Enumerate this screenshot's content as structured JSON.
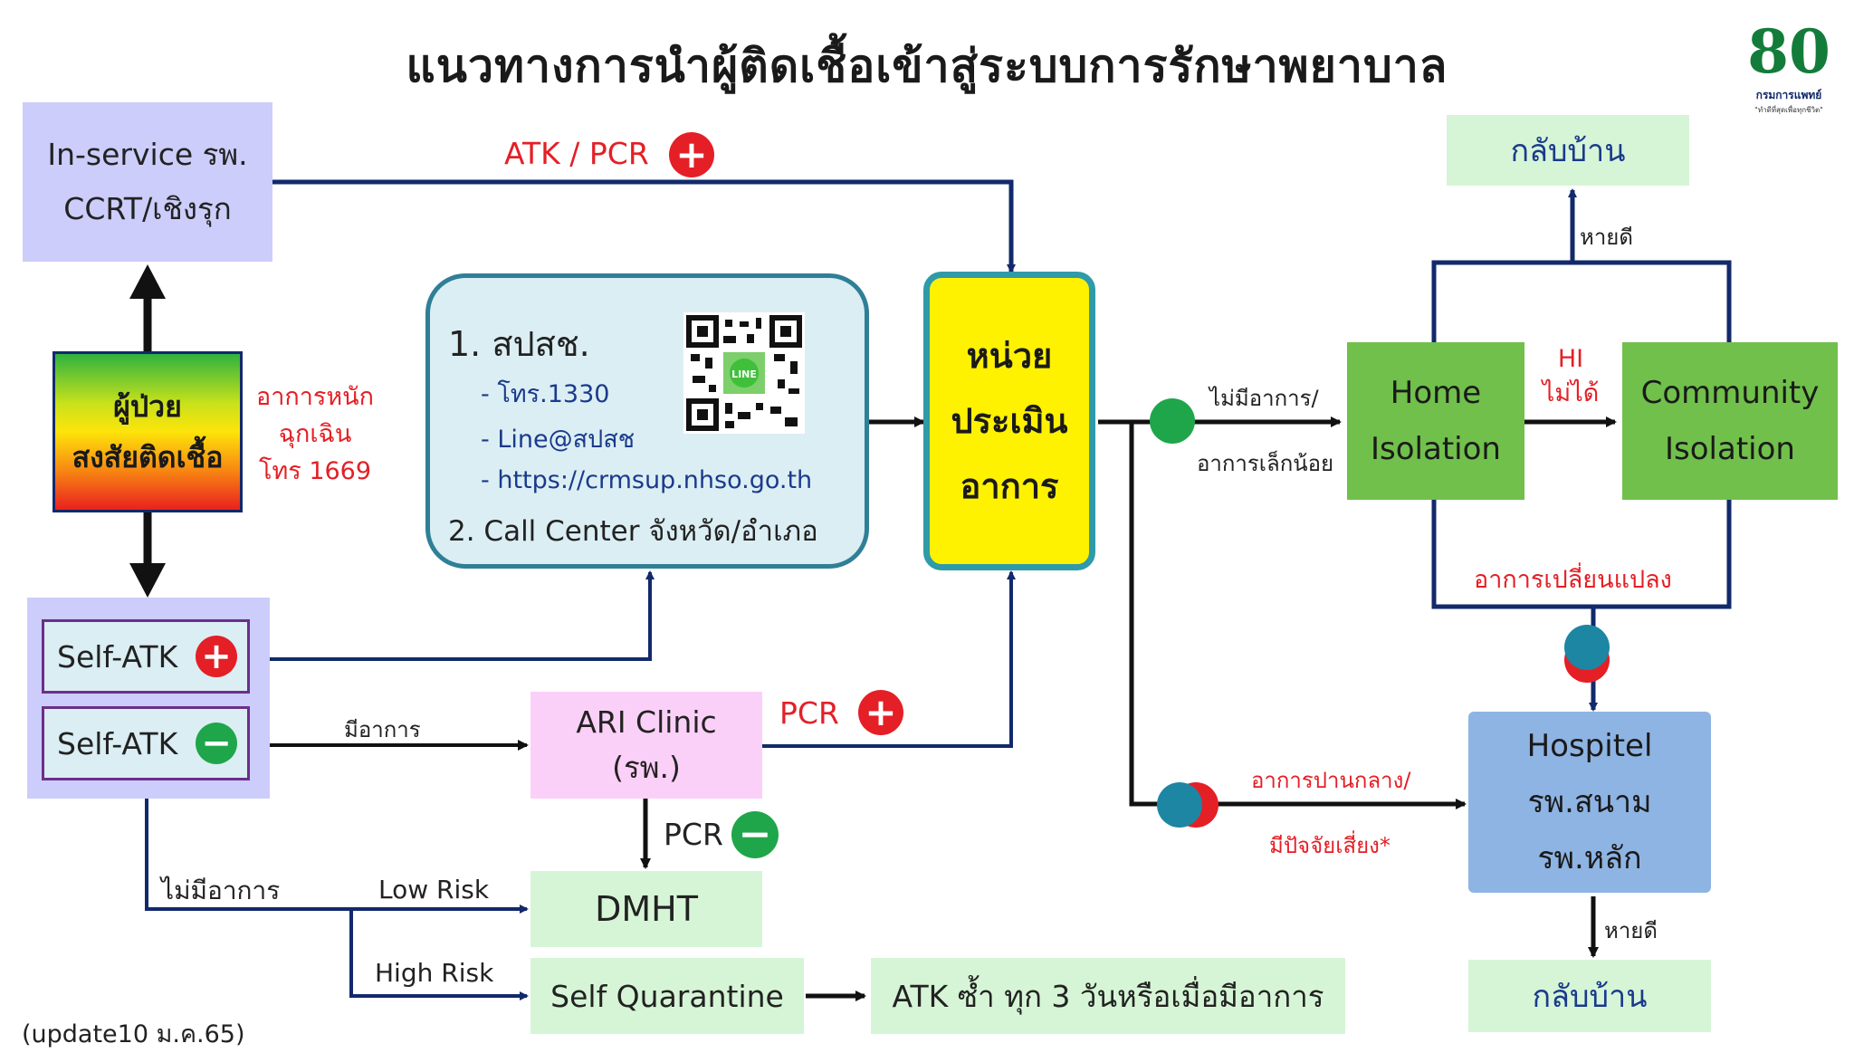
{
  "title": "แนวทางการนำผู้ติดเชื้อเข้าสู่ระบบการรักษาพยาบาล",
  "logo": {
    "number": "80",
    "org": "กรมการแพทย์",
    "motto": "\"ทำดีที่สุดเพื่อทุกชีวิต\""
  },
  "inservice": {
    "line1": "In-service รพ.",
    "line2": "CCRT/เชิงรุก"
  },
  "atk_pcr_top": "ATK / PCR",
  "patient": {
    "line1": "ผู้ป่วย",
    "line2": "สงสัยติดเชื้อ"
  },
  "severe": {
    "line1": "อาการหนัก",
    "line2": "ฉุกเฉิน",
    "line3": "โทร 1669"
  },
  "nhso": {
    "head": "1. สปสช.",
    "items": [
      "- โทร.1330",
      "- Line@สปสช",
      "- https://crmsup.nhso.go.th"
    ],
    "call": "2. Call Center จังหวัด/อำเภอ"
  },
  "assess": {
    "line1": "หน่วย",
    "line2": "ประเมิน",
    "line3": "อาการ"
  },
  "self_atk_pos": "Self-ATK",
  "self_atk_neg": "Self-ATK",
  "has_symptom": "มีอาการ",
  "no_symptom": "ไม่มีอาการ",
  "ari": {
    "line1": "ARI Clinic",
    "line2": "(รพ.)"
  },
  "pcr_pos": "PCR",
  "pcr_neg": "PCR",
  "low_risk": "Low Risk",
  "high_risk": "High Risk",
  "dmht": "DMHT",
  "self_quarantine": "Self Quarantine",
  "atk_repeat": "ATK ซ้ำ ทุก 3 วันหรือเมื่อมีอาการ",
  "mild": {
    "line1": "ไม่มีอาการ/",
    "line2": "อาการเล็กน้อย"
  },
  "moderate": {
    "line1": "อาการปานกลาง/",
    "line2": "มีปัจจัยเสี่ยง*"
  },
  "home": {
    "line1": "Home",
    "line2": "Isolation"
  },
  "community": {
    "line1": "Community",
    "line2": "Isolation"
  },
  "hi_fail": {
    "line1": "HI",
    "line2": "ไม่ได้"
  },
  "recovered_top": "หายดี",
  "recovered_bottom": "หายดี",
  "home_top": "กลับบ้าน",
  "home_bottom": "กลับบ้าน",
  "changed": "อาการเปลี่ยนแปลง",
  "hospitel": {
    "line1": "Hospitel",
    "line2": "รพ.สนาม",
    "line3": "รพ.หลัก"
  },
  "update": "(update10 ม.ค.65)",
  "colors": {
    "navy": "#12296b",
    "red": "#e41f26",
    "green": "#1fa64a",
    "teal": "#1d86a3",
    "lightgreen": "#d6f5d6",
    "midgreen": "#70c04b",
    "lavender": "#cccdfb",
    "pink": "#fbd0f8",
    "yellow": "#fff200",
    "blue": "#8eb4e3"
  }
}
